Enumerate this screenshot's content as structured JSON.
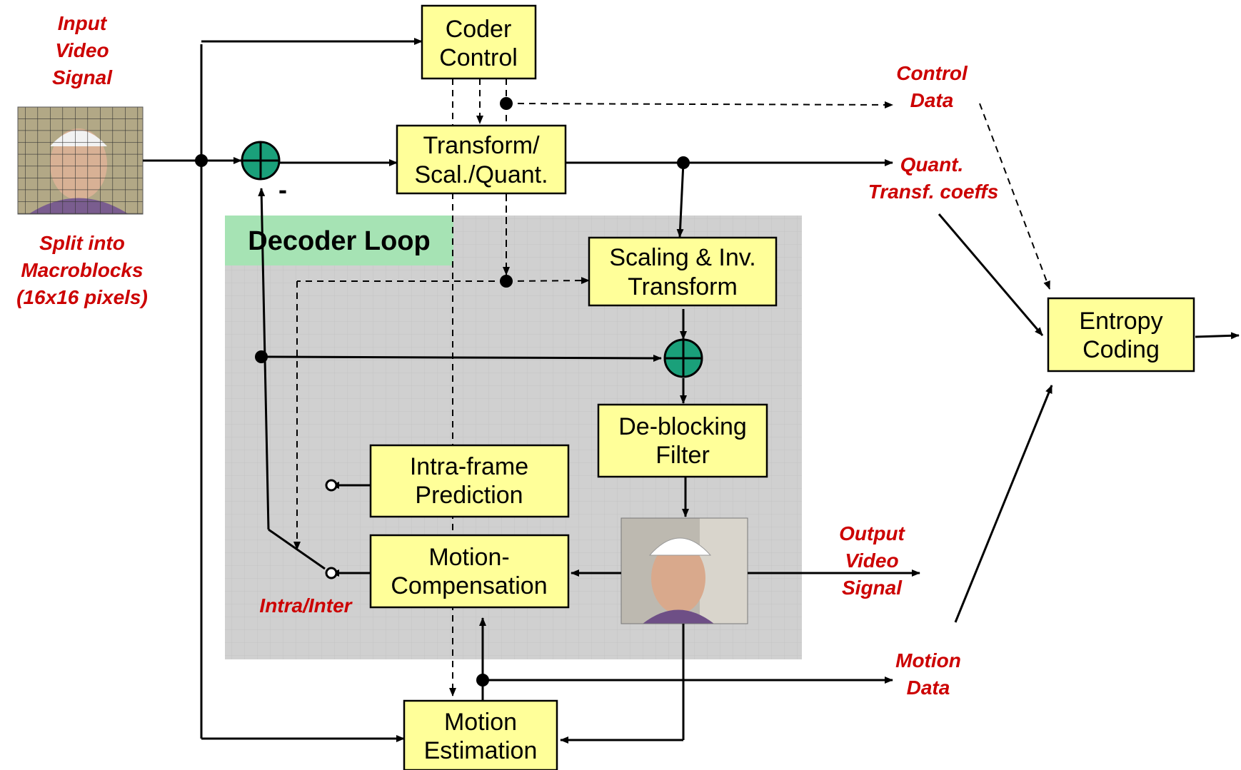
{
  "boxes": {
    "coder_control": [
      "Coder",
      "Control"
    ],
    "transform": [
      "Transform/",
      "Scal./Quant."
    ],
    "scaling": [
      "Scaling & Inv.",
      "Transform"
    ],
    "deblocking": [
      "De-blocking",
      "Filter"
    ],
    "intra_pred": [
      "Intra-frame",
      "Prediction"
    ],
    "motion_comp": [
      "Motion-",
      "Compensation"
    ],
    "motion_est": [
      "Motion",
      "Estimation"
    ],
    "entropy": [
      "Entropy",
      "Coding"
    ]
  },
  "labels": {
    "input_video": [
      "Input",
      "Video",
      "Signal"
    ],
    "split": [
      "Split into",
      "Macroblocks",
      "(16x16 pixels)"
    ],
    "control_data": [
      "Control",
      "Data"
    ],
    "quant_coeffs": [
      "Quant.",
      "Transf. coeffs"
    ],
    "output_video": [
      "Output",
      "Video",
      "Signal"
    ],
    "motion_data": [
      "Motion",
      "Data"
    ],
    "intra_inter": "Intra/Inter",
    "decoder_loop": "Decoder Loop",
    "minus_sign": "-"
  },
  "colors": {
    "box_fill": "#ffff99",
    "label_red": "#cc0000",
    "adder_green": "#1aa07a",
    "decoder_bg": "#d0d0d0",
    "decoder_title_bg": "#a6e3b4"
  },
  "icons": [
    "adder-icon",
    "video-frame-grid-image",
    "video-frame-output-image"
  ]
}
